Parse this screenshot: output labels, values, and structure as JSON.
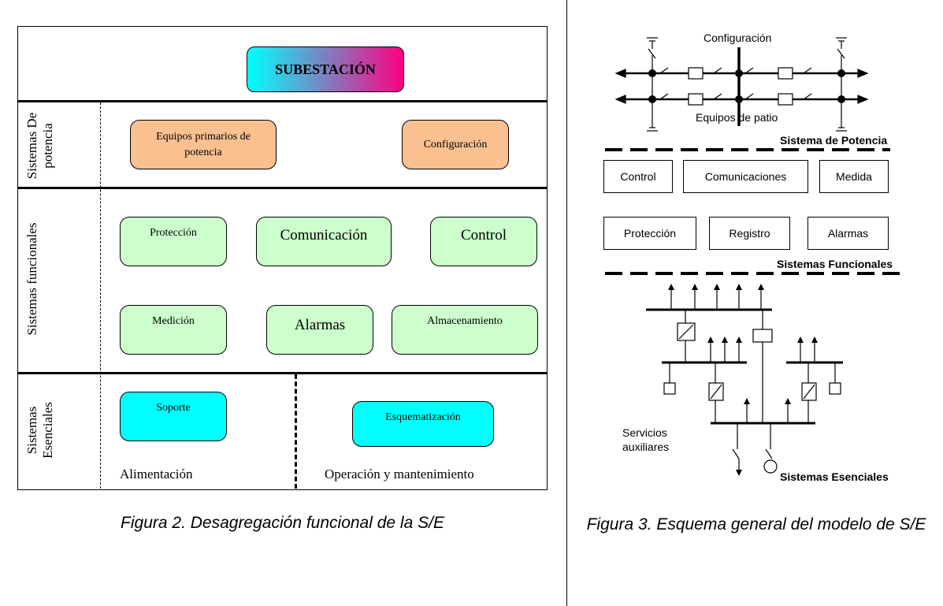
{
  "left": {
    "title": "SUBESTACIÓN",
    "sections": [
      {
        "label": "Sistemas De potencia"
      },
      {
        "label": "Sistemas funcionales"
      },
      {
        "label": "Sistemas Esenciales"
      }
    ],
    "potencia": {
      "equipos": "Equipos primarios de potencia",
      "configuracion": "Configuración"
    },
    "funcionales": {
      "proteccion": "Protección",
      "comunicacion": "Comunicación",
      "control": "Control",
      "medicion": "Medición",
      "alarmas": "Alarmas",
      "almacenamiento": "Almacenamiento"
    },
    "esenciales": {
      "soporte": "Soporte",
      "esquematizacion": "Esquematización",
      "alimentacion": "Alimentación",
      "operacion": "Operación y mantenimiento"
    },
    "caption": "Figura 2. Desagregación funcional de la S/E"
  },
  "right": {
    "configuracion": "Configuración",
    "equipos_patio": "Equipos de patio",
    "sistema_potencia": "Sistema de Potencia",
    "boxes_row1": [
      "Control",
      "Comunicaciones",
      "Medida"
    ],
    "boxes_row2": [
      "Protección",
      "Registro",
      "Alarmas"
    ],
    "sistemas_funcionales": "Sistemas Funcionales",
    "servicios": "Servicios auxiliares",
    "sistemas_esenciales": "Sistemas Esenciales",
    "caption": "Figura 3. Esquema general del modelo de S/E"
  },
  "colors": {
    "green": "#ccffcc",
    "orange": "#fac090",
    "cyan": "#00ffff",
    "title_gradient": [
      "#00ffff",
      "#ff0080"
    ]
  }
}
